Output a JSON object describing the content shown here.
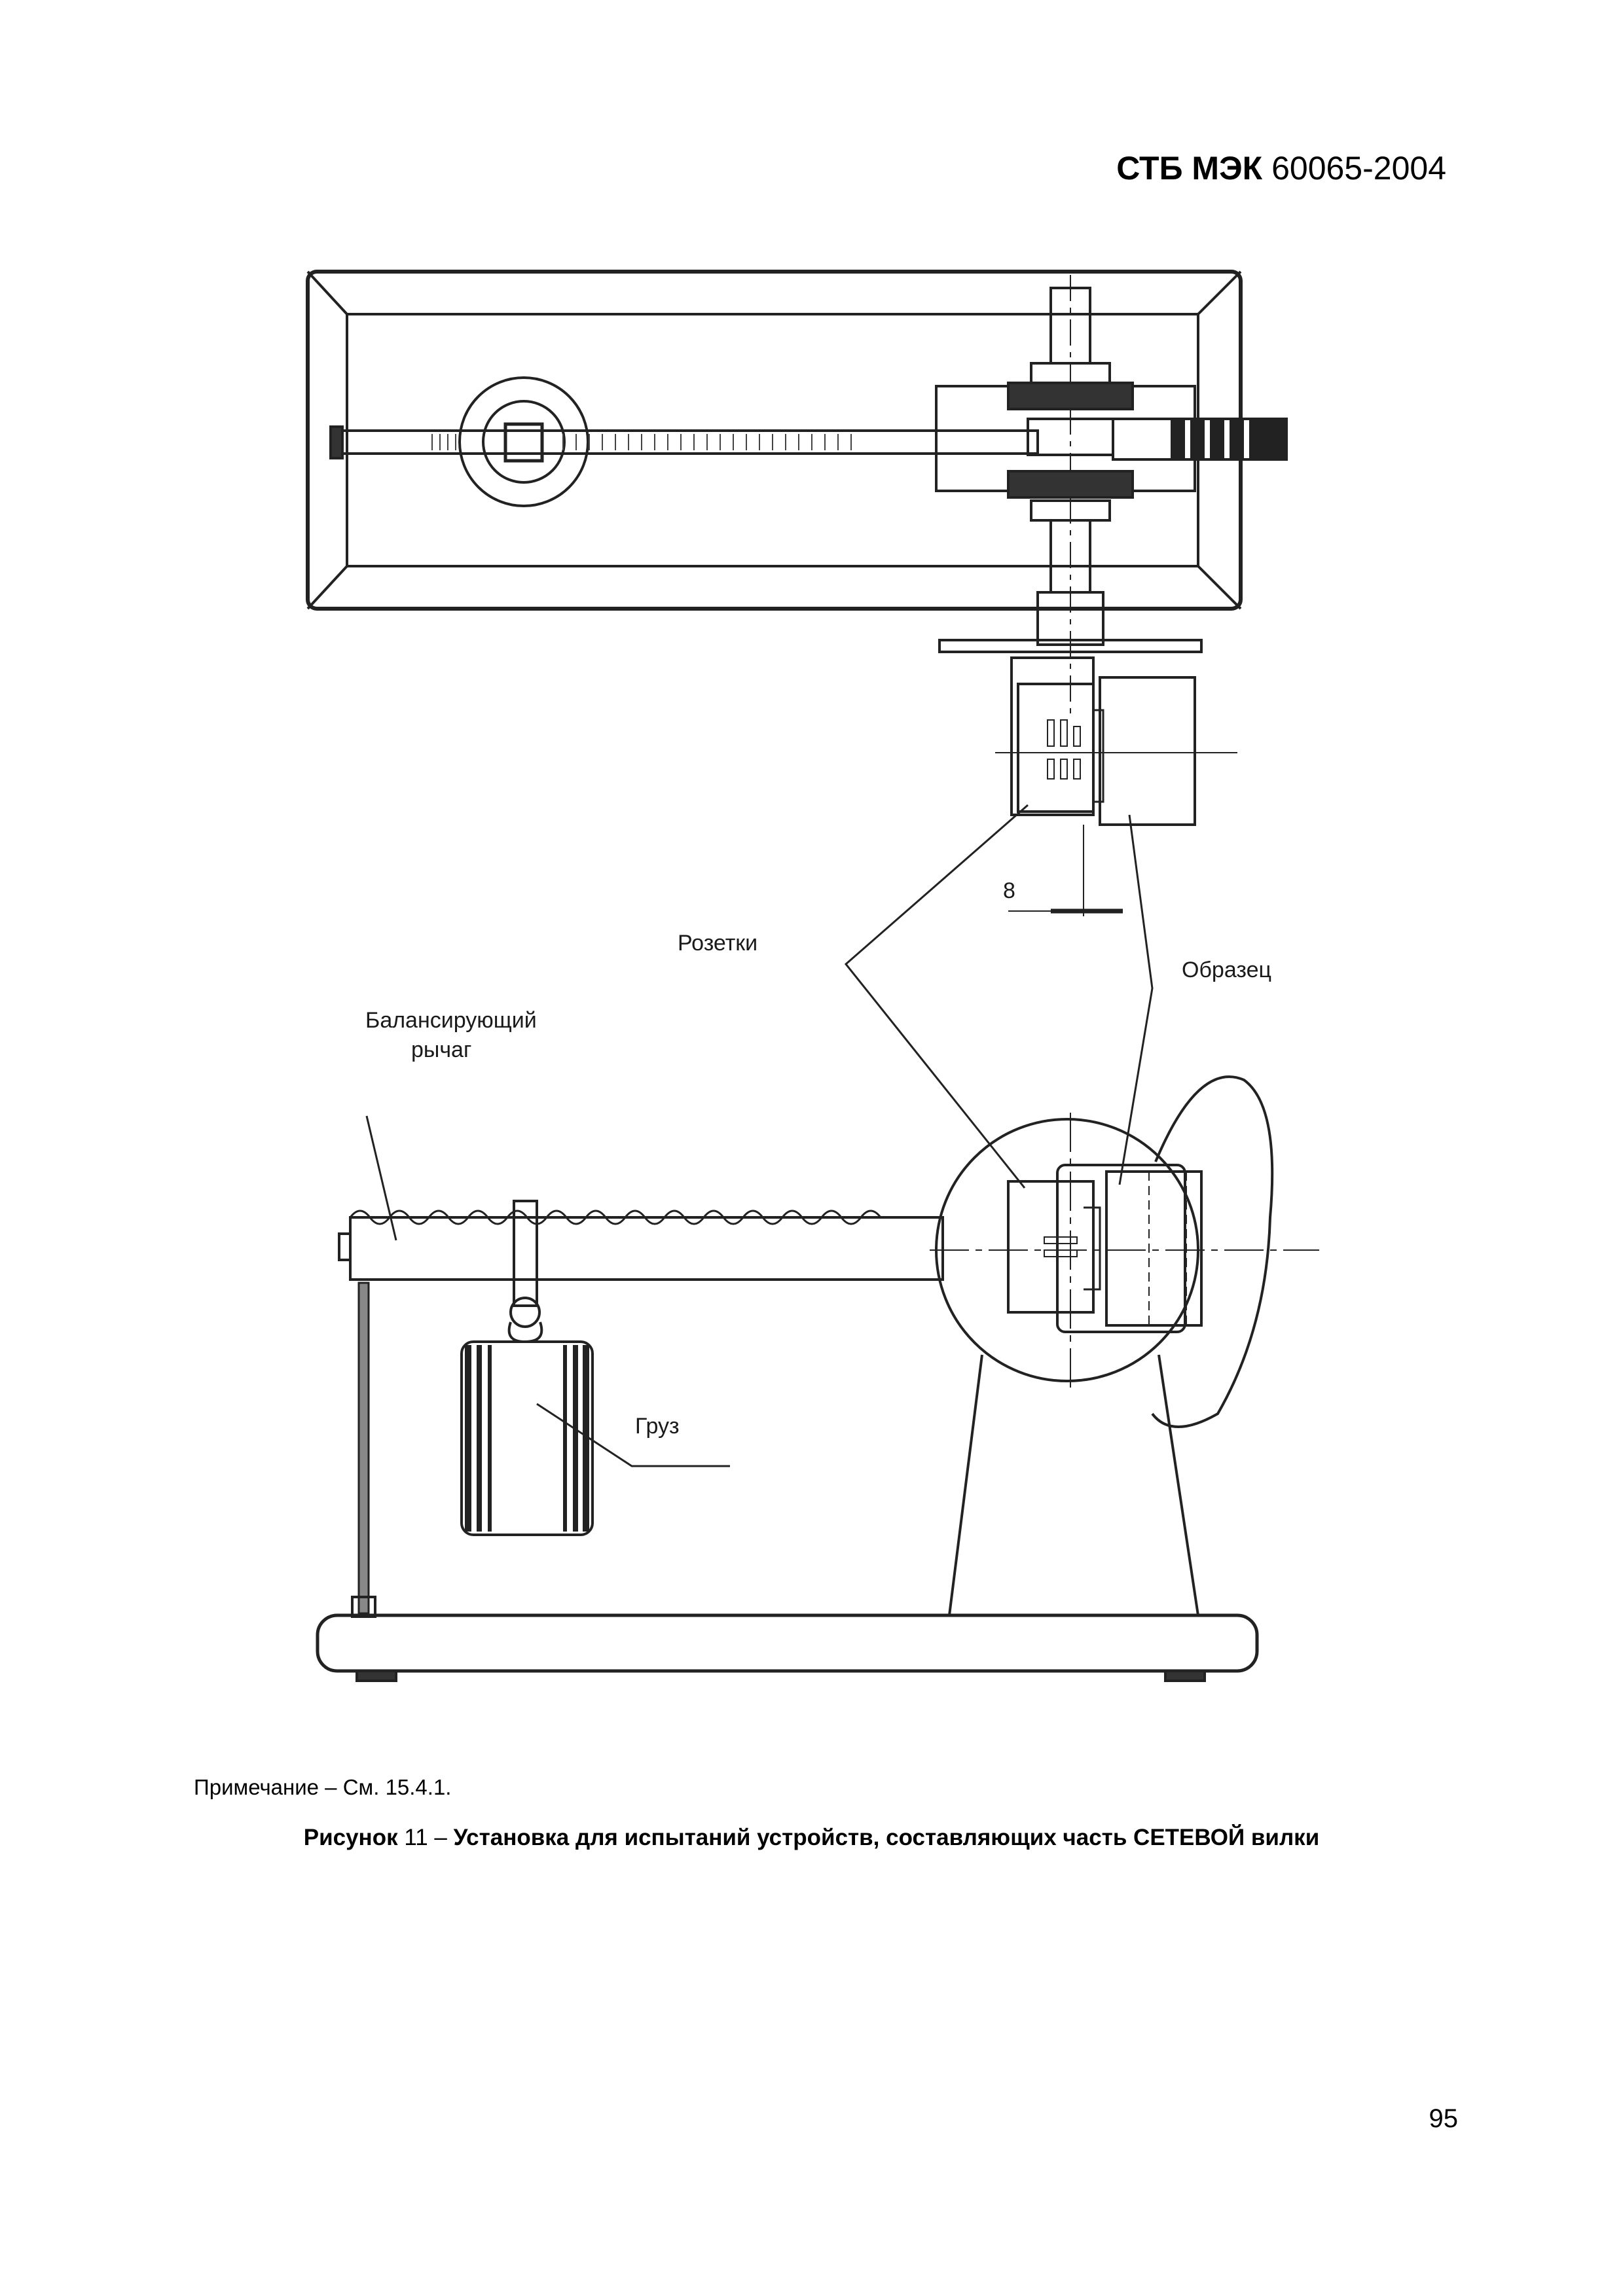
{
  "header": {
    "standard_bold": "СТБ МЭК",
    "standard_number": "60065-2004"
  },
  "figure": {
    "labels": {
      "sockets": "Розетки",
      "sample": "Образец",
      "lever_line1": "Балансирующий",
      "lever_line2": "рычаг",
      "weight": "Груз",
      "dimension": "8"
    }
  },
  "note": {
    "label": "Примечание – См.",
    "ref": "15.4.1."
  },
  "caption": {
    "prefix": "Рисунок",
    "number": "11 –",
    "title": "Установка для испытаний устройств, составляющих часть СЕТЕВОЙ вилки"
  },
  "page_number": "95"
}
